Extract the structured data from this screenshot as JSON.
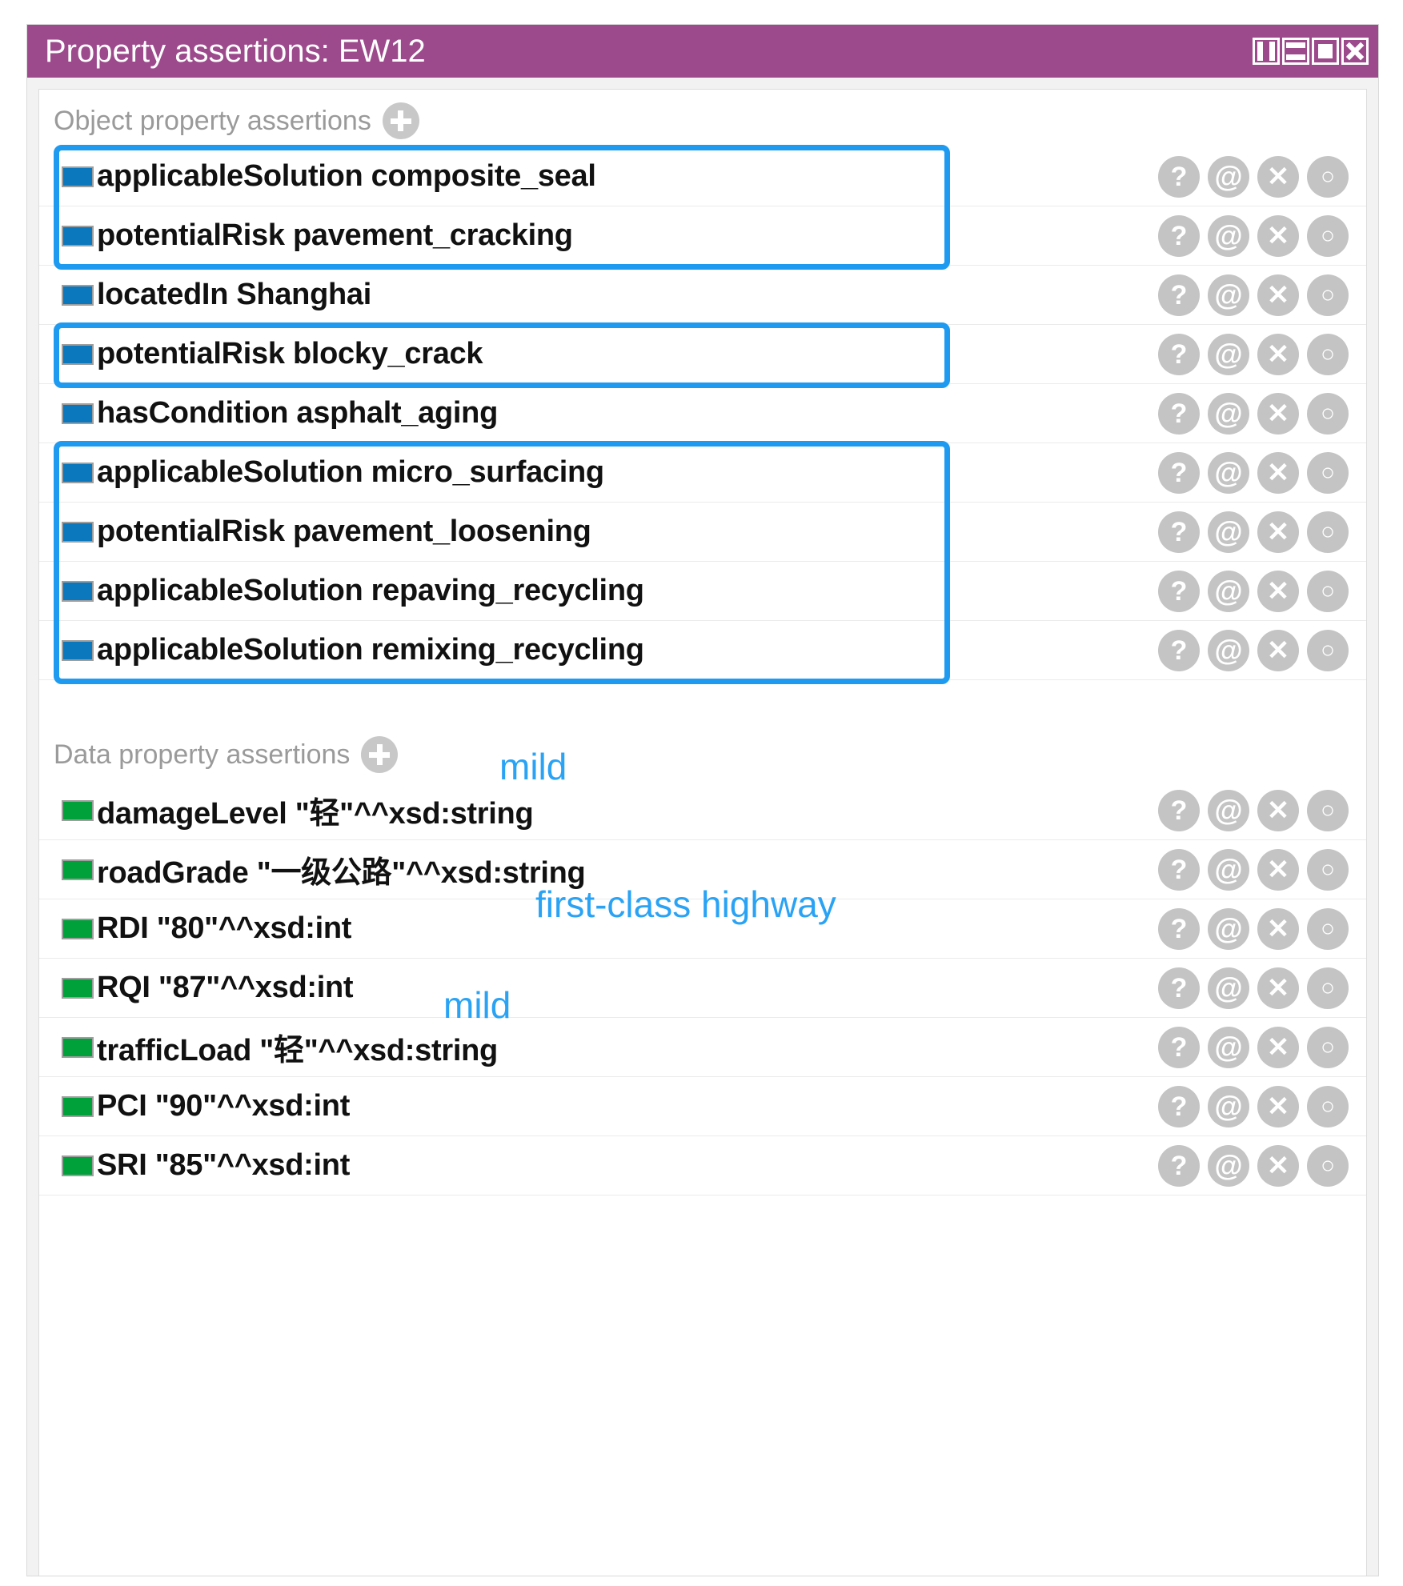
{
  "window": {
    "title": "Property assertions: EW12",
    "accent_color": "#9c4a8c",
    "controls": [
      {
        "name": "split-vertical",
        "label": ""
      },
      {
        "name": "split-horizontal",
        "label": ""
      },
      {
        "name": "maximize",
        "label": ""
      },
      {
        "name": "close",
        "label": ""
      }
    ]
  },
  "object_section": {
    "header": "Object property assertions",
    "add_label": "+",
    "swatch_color": "#0b77bd",
    "rows": [
      {
        "property": "applicableSolution",
        "value": "composite_seal",
        "text": "applicableSolution  composite_seal"
      },
      {
        "property": "potentialRisk",
        "value": "pavement_cracking",
        "text": "potentialRisk  pavement_cracking"
      },
      {
        "property": "locatedIn",
        "value": "Shanghai",
        "text": "locatedIn  Shanghai"
      },
      {
        "property": "potentialRisk",
        "value": "blocky_crack",
        "text": "potentialRisk  blocky_crack"
      },
      {
        "property": "hasCondition",
        "value": "asphalt_aging",
        "text": "hasCondition  asphalt_aging"
      },
      {
        "property": "applicableSolution",
        "value": "micro_surfacing",
        "text": "applicableSolution  micro_surfacing"
      },
      {
        "property": "potentialRisk",
        "value": "pavement_loosening",
        "text": "potentialRisk  pavement_loosening"
      },
      {
        "property": "applicableSolution",
        "value": "repaving_recycling",
        "text": "applicableSolution  repaving_recycling"
      },
      {
        "property": "applicableSolution",
        "value": "remixing_recycling",
        "text": "applicableSolution  remixing_recycling"
      }
    ]
  },
  "data_section": {
    "header": "Data property assertions",
    "add_label": "+",
    "swatch_color": "#00a13a",
    "rows": [
      {
        "property": "damageLevel",
        "value": "\"轻\"^^xsd:string",
        "text": "damageLevel  \"轻\"^^xsd:string"
      },
      {
        "property": "roadGrade",
        "value": "\"一级公路\"^^xsd:string",
        "text": "roadGrade  \"一级公路\"^^xsd:string"
      },
      {
        "property": "RDI",
        "value": "\"80\"^^xsd:int",
        "text": "RDI  \"80\"^^xsd:int"
      },
      {
        "property": "RQI",
        "value": "\"87\"^^xsd:int",
        "text": "RQI  \"87\"^^xsd:int"
      },
      {
        "property": "trafficLoad",
        "value": "\"轻\"^^xsd:string",
        "text": "trafficLoad  \"轻\"^^xsd:string"
      },
      {
        "property": "PCI",
        "value": "\"90\"^^xsd:int",
        "text": "PCI  \"90\"^^xsd:int"
      },
      {
        "property": "SRI",
        "value": "\"85\"^^xsd:int",
        "text": "SRI  \"85\"^^xsd:int"
      }
    ]
  },
  "row_actions": [
    {
      "name": "help-icon",
      "glyph": "?"
    },
    {
      "name": "annotation-icon",
      "glyph": "@"
    },
    {
      "name": "delete-icon",
      "glyph": "✕"
    },
    {
      "name": "edit-icon",
      "glyph": "○"
    }
  ],
  "highlights": {
    "color": "#1e9bf0",
    "boxes": [
      {
        "name": "highlight-solution-risk-group",
        "rows": "1-2"
      },
      {
        "name": "highlight-blocky-crack",
        "rows": "4"
      },
      {
        "name": "highlight-solution-group",
        "rows": "6-9"
      }
    ]
  },
  "annotations": [
    {
      "name": "annotation-mild-damage",
      "text": "mild"
    },
    {
      "name": "annotation-first-class",
      "text": "first-class highway"
    },
    {
      "name": "annotation-mild-traffic",
      "text": "mild"
    }
  ]
}
